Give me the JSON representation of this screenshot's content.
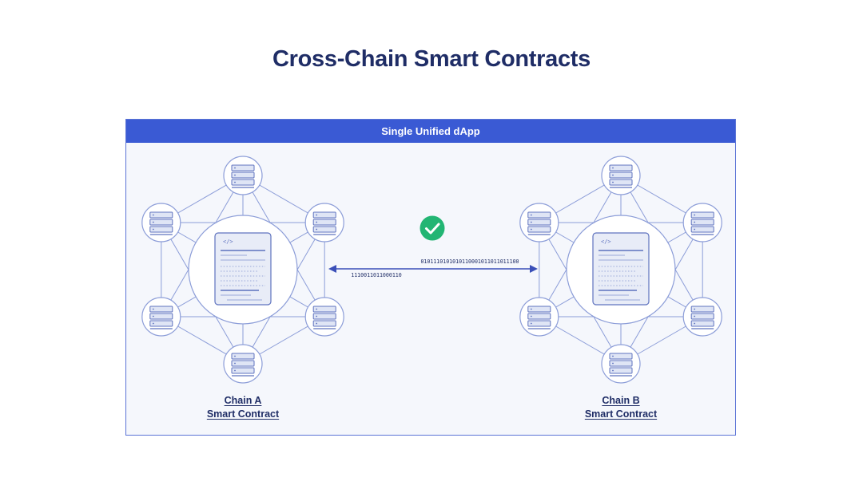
{
  "title": "Cross-Chain Smart Contracts",
  "banner_label": "Single Unified dApp",
  "chain_a": {
    "line1": "Chain A",
    "line2": "Smart Contract"
  },
  "chain_b": {
    "line1": "Chain B",
    "line2": "Smart Contract"
  },
  "bits_top": "0101110101010110001011011011100",
  "bits_bottom": "1110011011000110",
  "code_tag": "</>",
  "icons": {
    "check": "check-circle-icon",
    "server": "server-icon",
    "contract": "contract-document-icon",
    "arrow": "double-arrow-icon"
  },
  "colors": {
    "title": "#1f2d66",
    "banner": "#3a5ad4",
    "line": "#8c9dd8",
    "check": "#22b573",
    "panel": "#f5f7fc"
  }
}
